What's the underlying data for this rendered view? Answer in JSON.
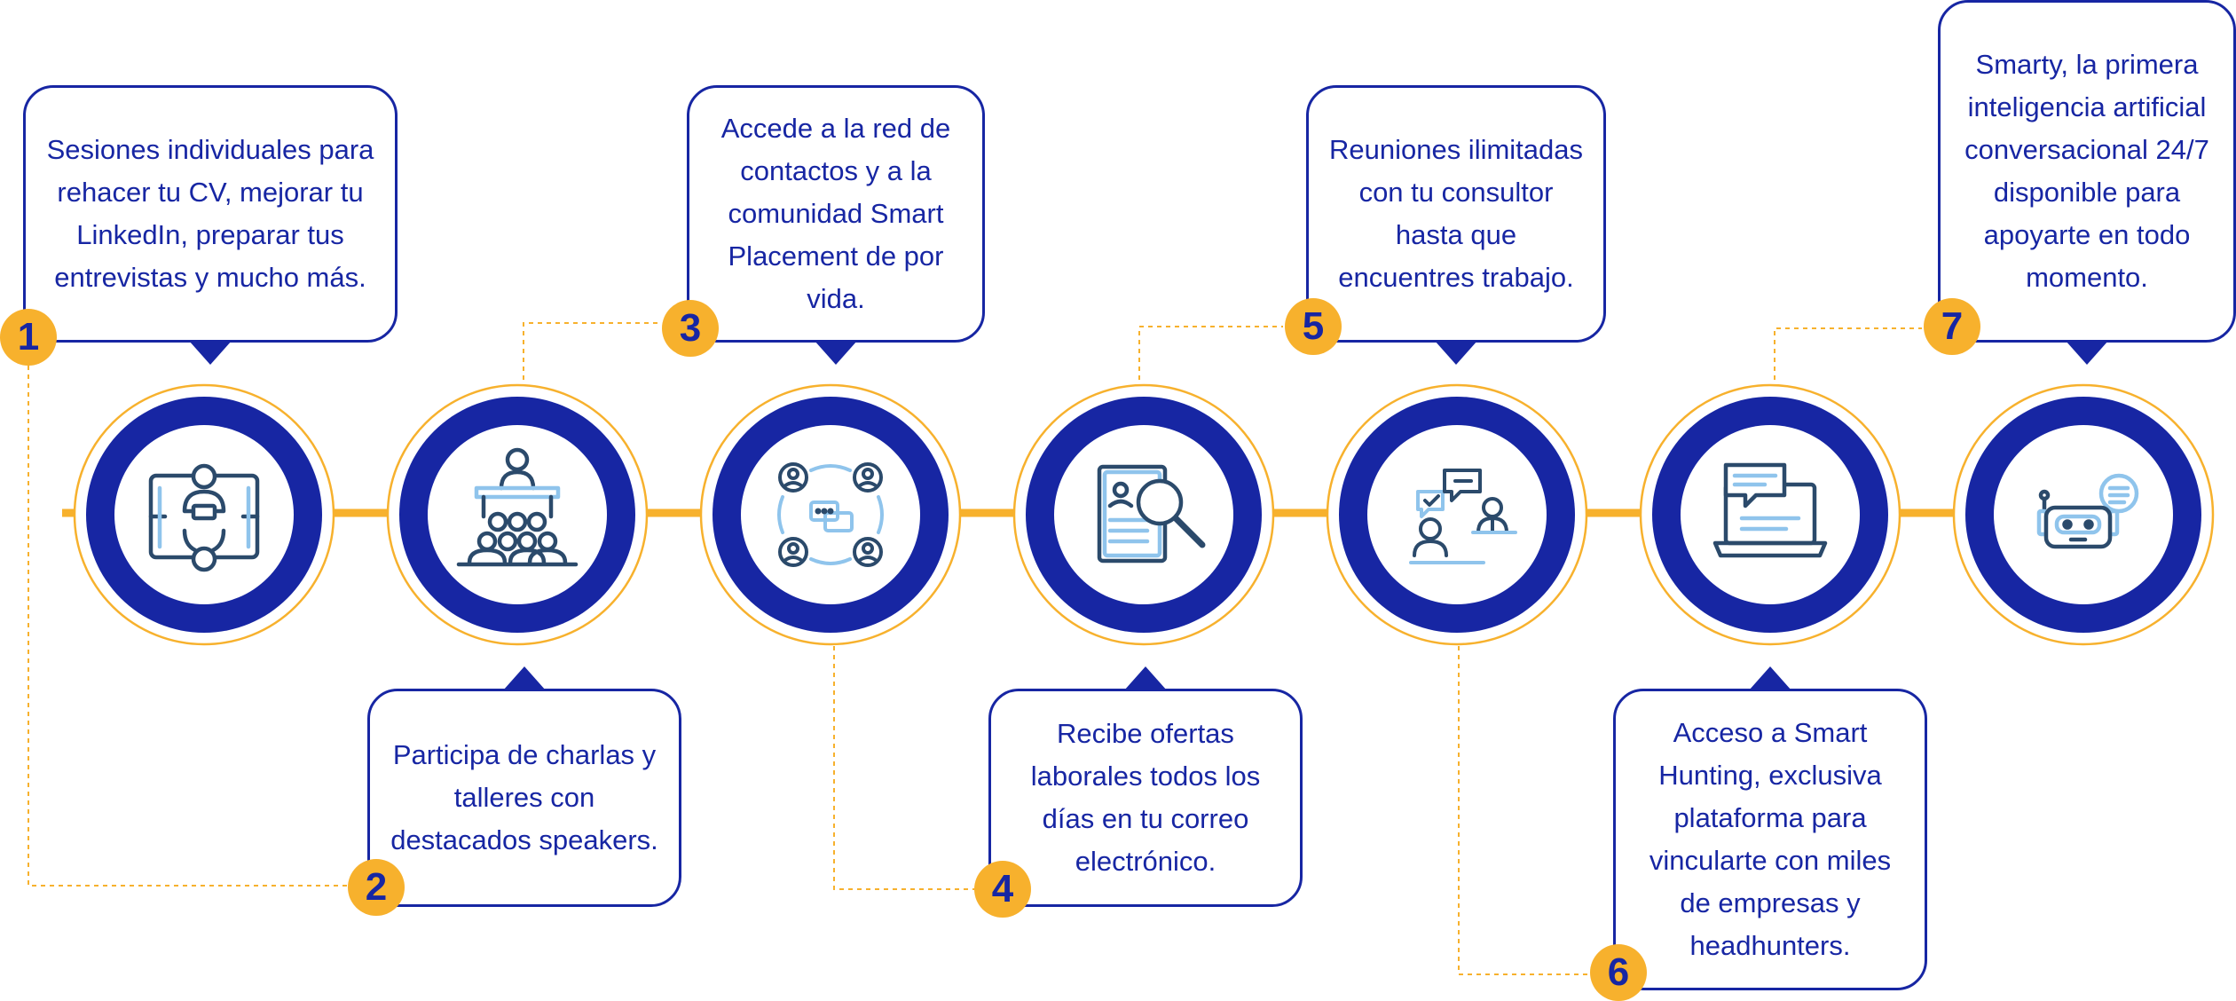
{
  "colors": {
    "navy": "#1726a3",
    "gold": "#f7b12d",
    "icon_dark": "#2b4a6b",
    "icon_light": "#8fc4ec",
    "background": "#ffffff"
  },
  "steps": [
    {
      "number": "1",
      "icon": "cv-chat-consultation-icon",
      "text": "Sesiones individuales para rehacer tu CV, mejorar tu LinkedIn, preparar tus entrevistas y mucho más."
    },
    {
      "number": "2",
      "icon": "speaker-audience-icon",
      "text": "Participa de charlas y talleres con destacados speakers."
    },
    {
      "number": "3",
      "icon": "network-community-icon",
      "text": "Accede a la red de contactos y a la comunidad Smart Placement de por vida."
    },
    {
      "number": "4",
      "icon": "job-offer-search-icon",
      "text": "Recibe ofertas laborales todos los días en tu correo electrónico."
    },
    {
      "number": "5",
      "icon": "consultant-meeting-icon",
      "text": "Reuniones ilimitadas con tu consultor hasta que encuentres trabajo."
    },
    {
      "number": "6",
      "icon": "laptop-platform-icon",
      "text": "Acceso a Smart Hunting, exclusiva plataforma para vincularte con miles de empresas y headhunters."
    },
    {
      "number": "7",
      "icon": "chatbot-robot-icon",
      "text": "Smarty, la primera inteligencia artificial conversacional 24/7 disponible para apoyarte en todo momento."
    }
  ]
}
